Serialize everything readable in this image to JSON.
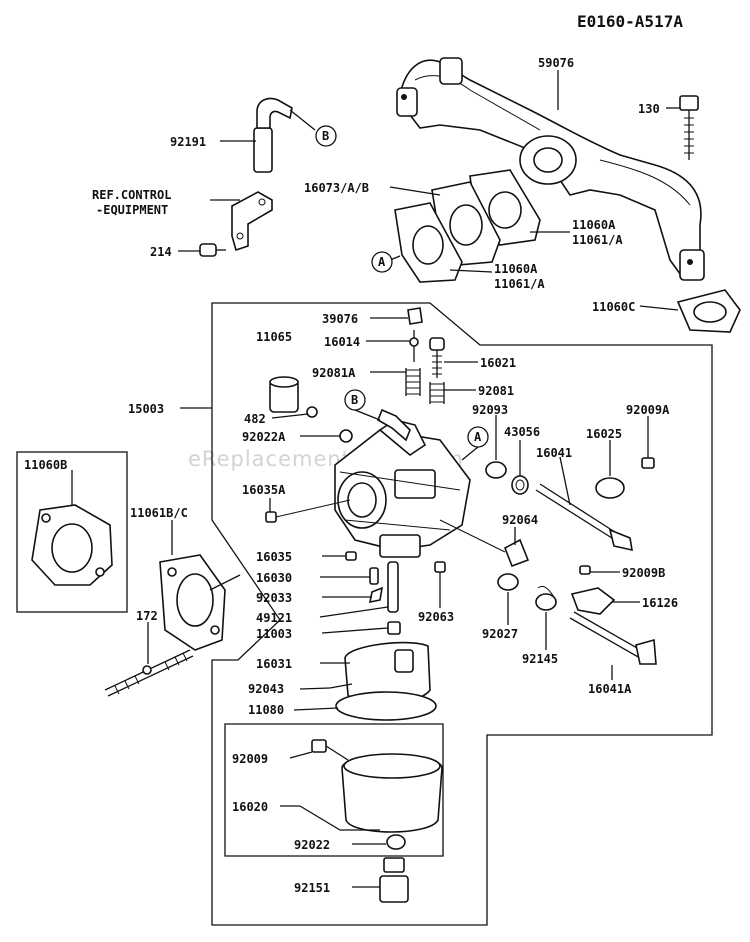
{
  "diagram_code": "E0160-A517A",
  "watermark": "eReplacementParts.com",
  "ref_markers": {
    "a": "A",
    "b": "B"
  },
  "labels": {
    "p59076": "59076",
    "p92191": "92191",
    "p130": "130",
    "ref_control_1": "REF.CONTROL",
    "ref_control_2": "-EQUIPMENT",
    "p16073": "16073/A/B",
    "p11060A_top": "11060A",
    "p11061A_top": "11061/A",
    "p214": "214",
    "p11060A_bot": "11060A",
    "p11061A_bot": "11061/A",
    "p11060C": "11060C",
    "p39076": "39076",
    "p11065": "11065",
    "p16014": "16014",
    "p16021": "16021",
    "p92081A": "92081A",
    "p92081": "92081",
    "p15003": "15003",
    "p482": "482",
    "p92093": "92093",
    "p92009A": "92009A",
    "p92022A": "92022A",
    "p43056": "43056",
    "p16025": "16025",
    "p16041": "16041",
    "p11060B": "11060B",
    "p16035A": "16035A",
    "p11061BC": "11061B/C",
    "p92064": "92064",
    "p16035": "16035",
    "p16030": "16030",
    "p92009B": "92009B",
    "p92033": "92033",
    "p49121": "49121",
    "p92063": "92063",
    "p16126": "16126",
    "p172": "172",
    "p11003": "11003",
    "p92027": "92027",
    "p92145": "92145",
    "p16031": "16031",
    "p16041A": "16041A",
    "p92043": "92043",
    "p11080": "11080",
    "p92009": "92009",
    "p16020": "16020",
    "p92022": "92022",
    "p92151": "92151"
  }
}
